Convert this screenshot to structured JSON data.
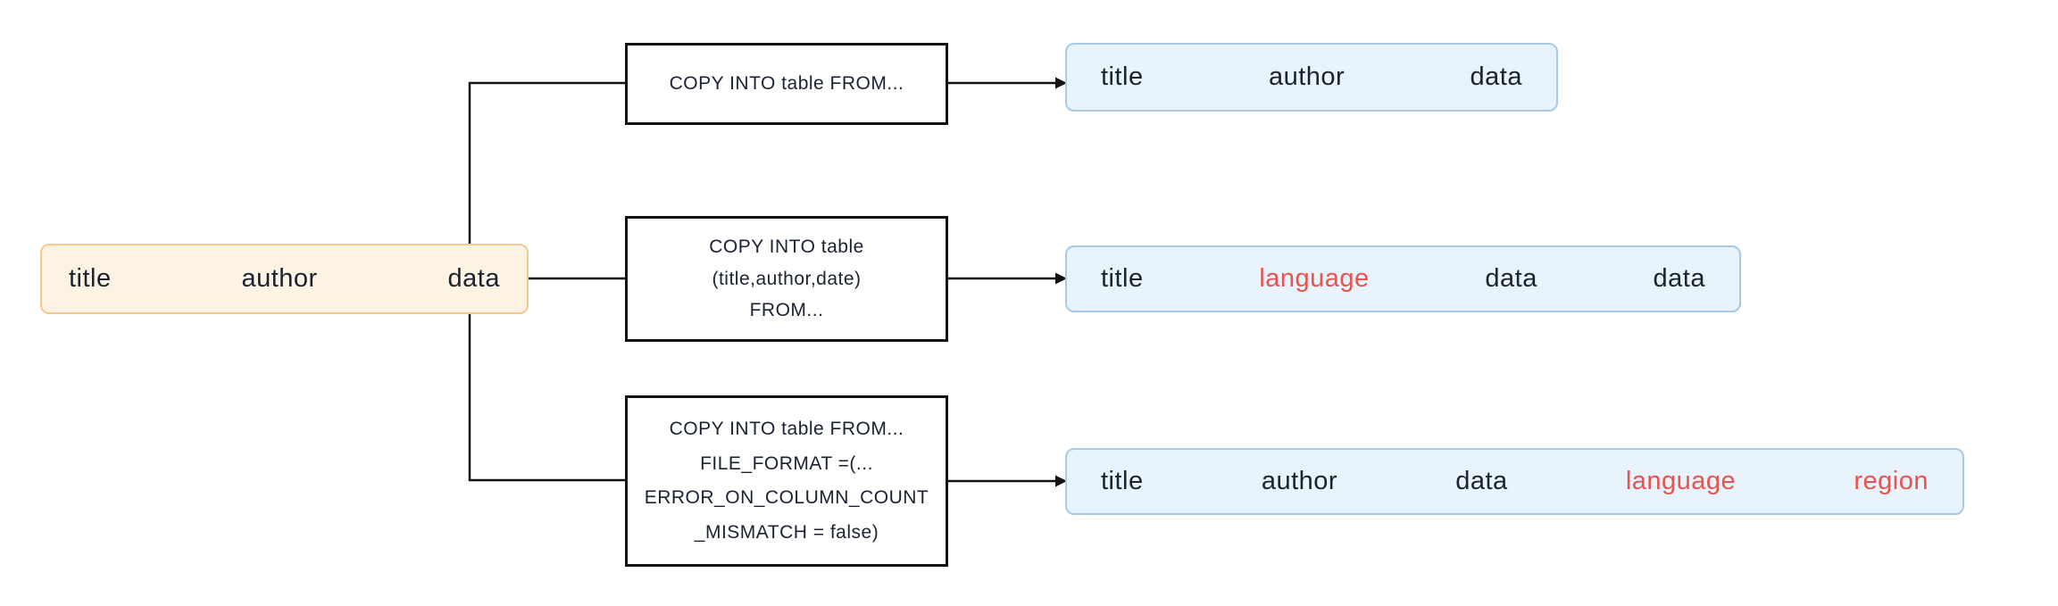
{
  "colors": {
    "line": "#131313",
    "text": "#1b2230",
    "source_fill": "#fdf3e4",
    "source_border": "#f2c98f",
    "result_fill": "#e8f3fb",
    "result_border": "#a6cbe9",
    "highlight_text": "#e85350"
  },
  "source": {
    "columns": [
      "title",
      "author",
      "data"
    ]
  },
  "branches": [
    {
      "command": {
        "lines": [
          "COPY INTO table FROM..."
        ]
      },
      "result": {
        "columns": [
          {
            "label": "title",
            "highlight": false
          },
          {
            "label": "author",
            "highlight": false
          },
          {
            "label": "data",
            "highlight": false
          }
        ]
      }
    },
    {
      "command": {
        "lines": [
          "COPY INTO table",
          "(title,author,date)",
          "FROM..."
        ]
      },
      "result": {
        "columns": [
          {
            "label": "title",
            "highlight": false
          },
          {
            "label": "language",
            "highlight": true
          },
          {
            "label": "data",
            "highlight": false
          },
          {
            "label": "data",
            "highlight": false
          }
        ]
      }
    },
    {
      "command": {
        "lines": [
          "COPY INTO table FROM...",
          "FILE_FORMAT =(...",
          "ERROR_ON_COLUMN_COUNT",
          "_MISMATCH = false)"
        ]
      },
      "result": {
        "columns": [
          {
            "label": "title",
            "highlight": false
          },
          {
            "label": "author",
            "highlight": false
          },
          {
            "label": "data",
            "highlight": false
          },
          {
            "label": "language",
            "highlight": true
          },
          {
            "label": "region",
            "highlight": true
          }
        ]
      }
    }
  ]
}
